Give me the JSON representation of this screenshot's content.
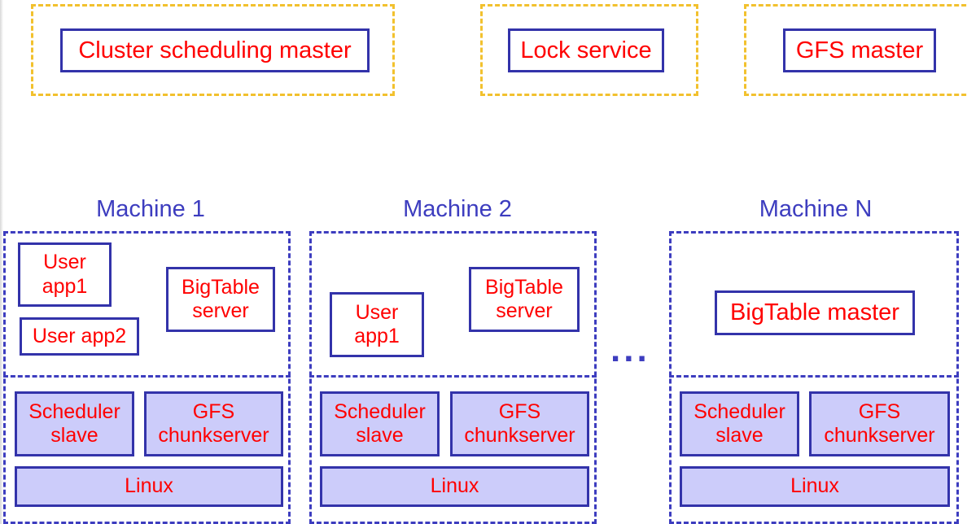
{
  "top": {
    "cluster_scheduling_master": "Cluster scheduling master",
    "lock_service": "Lock service",
    "gfs_master": "GFS master"
  },
  "machines": [
    {
      "label": "Machine 1",
      "apps": [
        "User\napp1",
        "User app2",
        "BigTable\nserver"
      ],
      "scheduler": "Scheduler\nslave",
      "chunkserver": "GFS\nchunkserver",
      "os": "Linux"
    },
    {
      "label": "Machine 2",
      "apps": [
        "User\napp1",
        "BigTable\nserver"
      ],
      "scheduler": "Scheduler\nslave",
      "chunkserver": "GFS\nchunkserver",
      "os": "Linux"
    },
    {
      "label": "Machine N",
      "apps": [
        "BigTable master"
      ],
      "scheduler": "Scheduler\nslave",
      "chunkserver": "GFS\nchunkserver",
      "os": "Linux"
    }
  ],
  "ellipsis": "..."
}
